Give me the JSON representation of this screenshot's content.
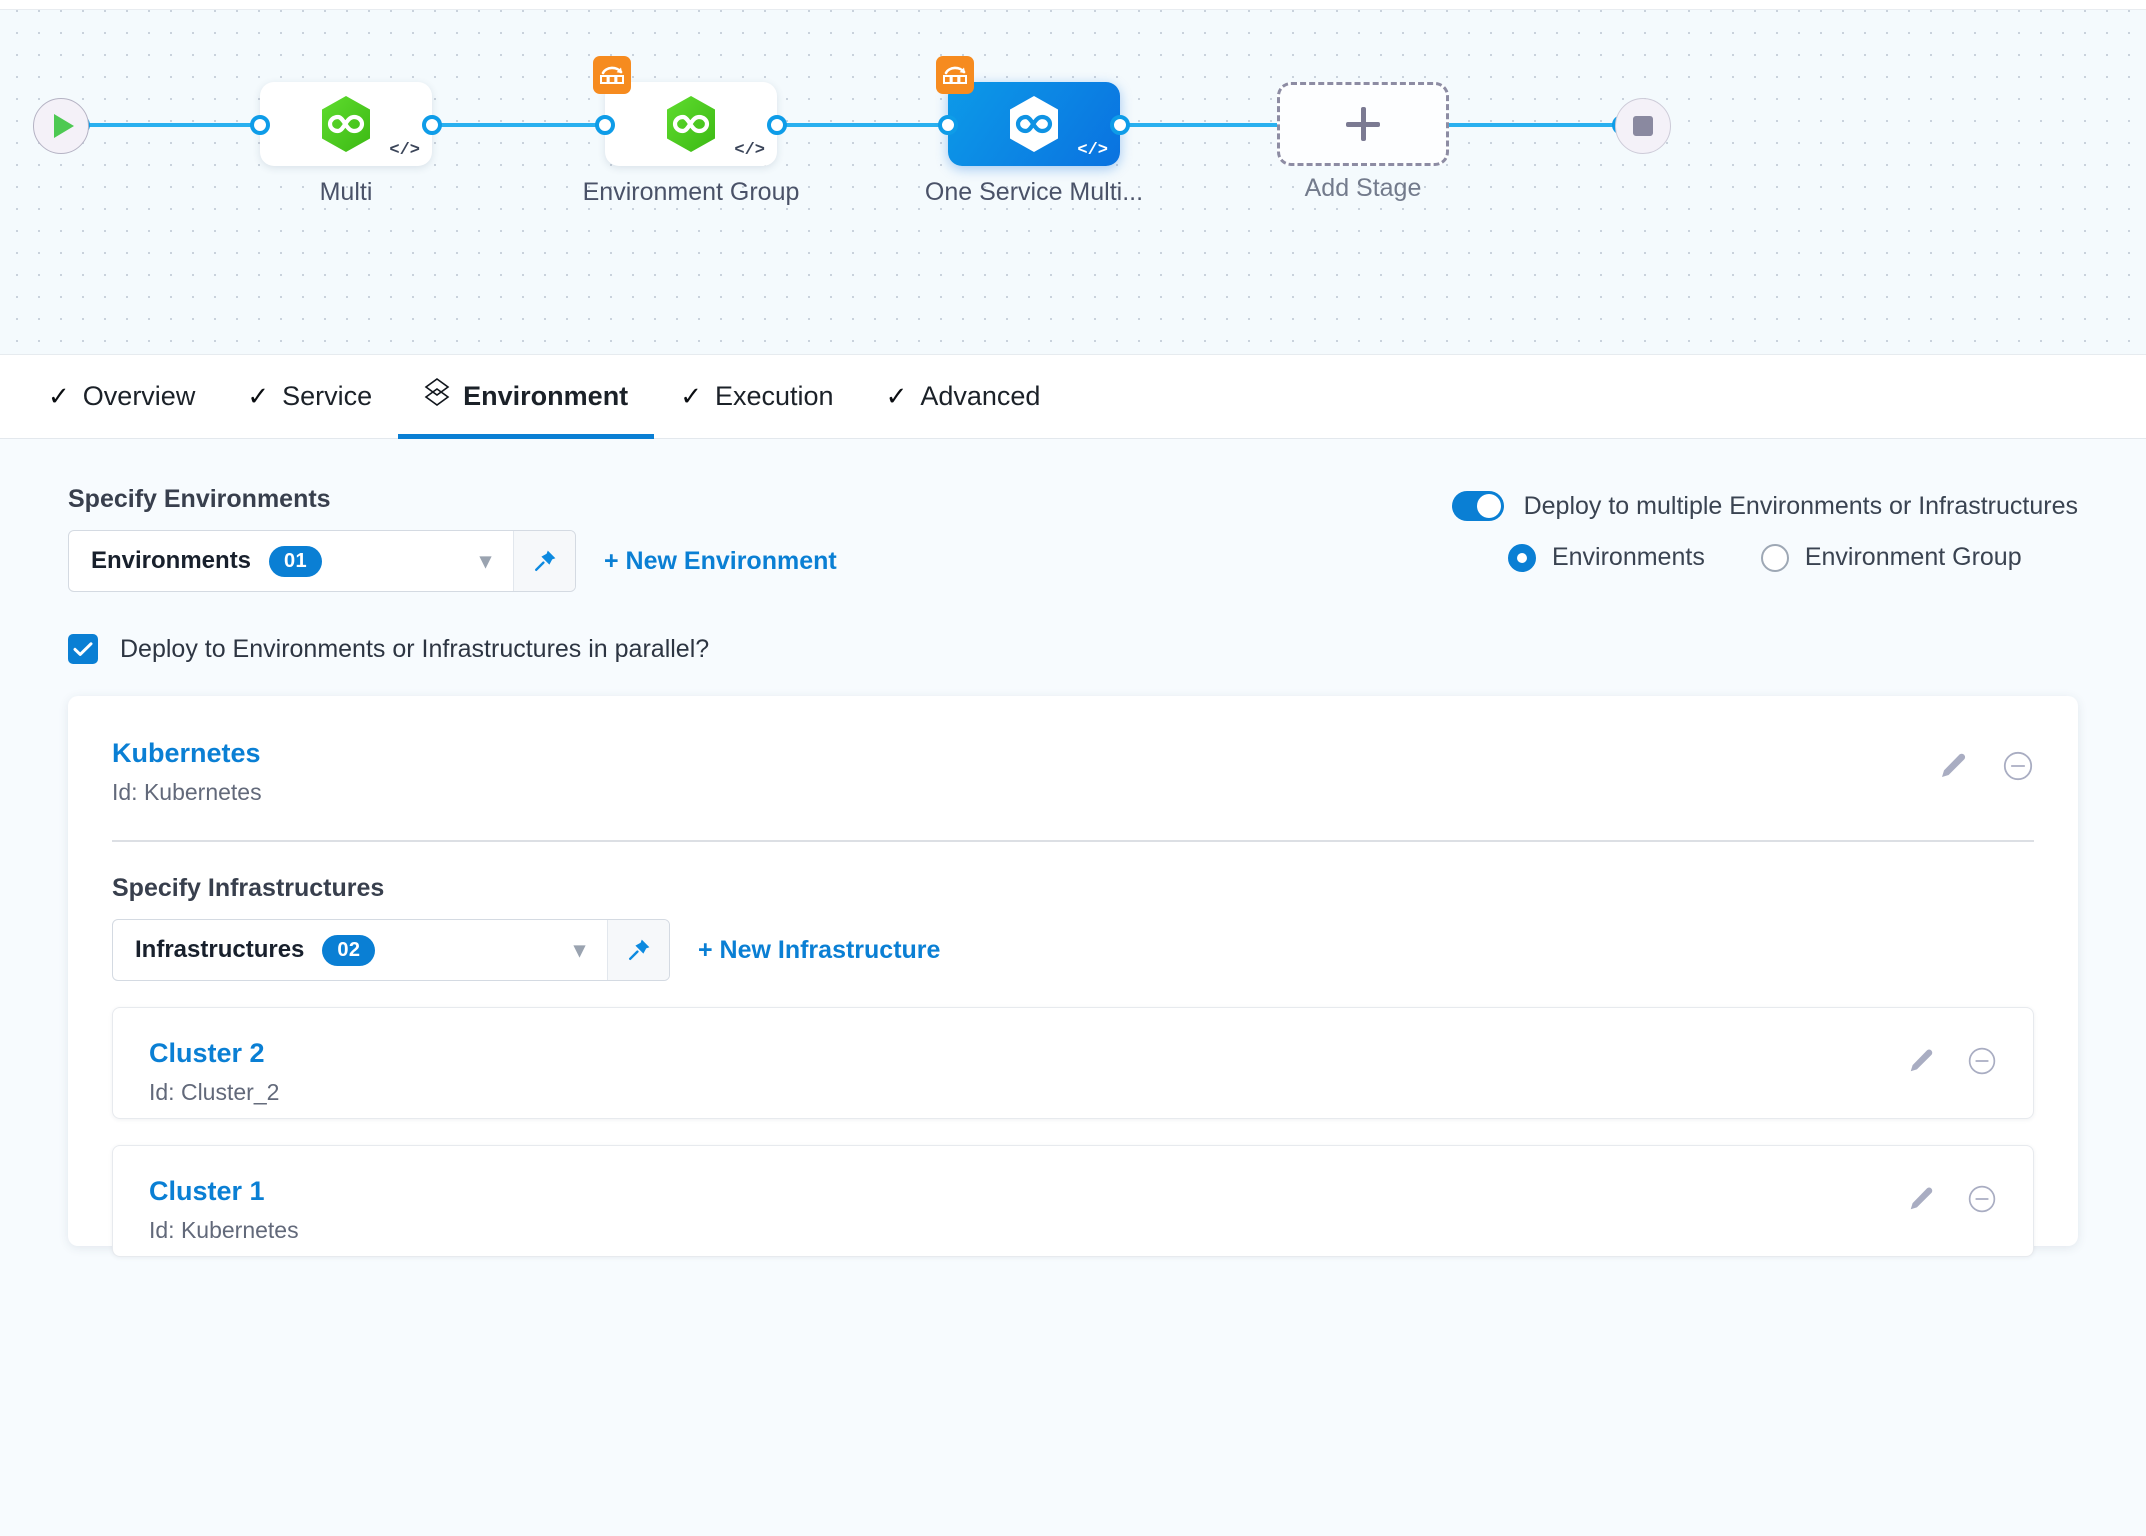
{
  "pipeline": {
    "start_node": "start-play",
    "end_node": "stop",
    "stages": [
      {
        "label": "Multi",
        "icon": "cd-hexagon-icon",
        "selected": false,
        "has_badge": false,
        "code_glyph": "</>"
      },
      {
        "label": "Environment Group",
        "icon": "cd-hexagon-icon",
        "selected": false,
        "has_badge": true,
        "code_glyph": "</>"
      },
      {
        "label": "One Service Multi...",
        "icon": "cd-hexagon-icon",
        "selected": true,
        "has_badge": true,
        "code_glyph": "</>"
      }
    ],
    "add_stage_label": "Add Stage",
    "colors": {
      "wire": "#29b0ef",
      "selected_stage": "#0a7fd4",
      "badge": "#f68b1f",
      "hexagon": "#4fc72b"
    }
  },
  "tabs": [
    {
      "label": "Overview",
      "icon": "check-icon",
      "active": false
    },
    {
      "label": "Service",
      "icon": "check-icon",
      "active": false
    },
    {
      "label": "Environment",
      "icon": "layers-icon",
      "active": true
    },
    {
      "label": "Execution",
      "icon": "check-icon",
      "active": false
    },
    {
      "label": "Advanced",
      "icon": "check-icon",
      "active": false
    }
  ],
  "environments_section": {
    "heading": "Specify Environments",
    "select_label": "Environments",
    "select_count": "01",
    "pin_icon": "pin-icon",
    "caret_icon": "chevron-down-icon",
    "new_link": "+ New Environment"
  },
  "deploy_options": {
    "toggle_label": "Deploy to multiple Environments or Infrastructures",
    "toggle_on": true,
    "radios": [
      {
        "label": "Environments",
        "selected": true
      },
      {
        "label": "Environment Group",
        "selected": false
      }
    ]
  },
  "parallel": {
    "label": "Deploy to Environments or Infrastructures in parallel?",
    "checked": true
  },
  "environment": {
    "name": "Kubernetes",
    "id_text": "Id: Kubernetes",
    "edit_icon": "pencil-icon",
    "remove_icon": "minus-circle-icon",
    "infrastructures_section": {
      "heading": "Specify Infrastructures",
      "select_label": "Infrastructures",
      "select_count": "02",
      "pin_icon": "pin-icon",
      "caret_icon": "chevron-down-icon",
      "new_link": "+ New Infrastructure"
    },
    "infrastructures": [
      {
        "name": "Cluster 2",
        "id_text": "Id: Cluster_2",
        "edit_icon": "pencil-icon",
        "remove_icon": "minus-circle-icon"
      },
      {
        "name": "Cluster 1",
        "id_text": "Id: Kubernetes",
        "edit_icon": "pencil-icon",
        "remove_icon": "minus-circle-icon"
      }
    ]
  },
  "theme": {
    "accent": "#0a7fd4",
    "link": "#0a7fd4",
    "page_bg": "#f7fbfe",
    "card_bg": "#ffffff",
    "muted_text": "#62697a"
  }
}
